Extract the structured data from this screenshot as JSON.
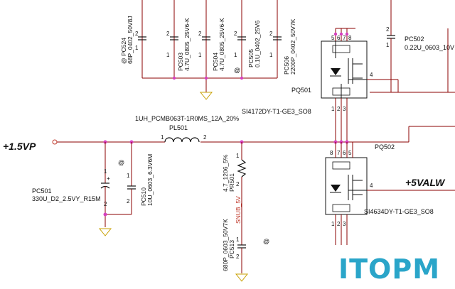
{
  "components": {
    "pc524": {
      "ref": "@ PC524",
      "value": "68P_0402_50V8J",
      "pins": [
        "2",
        "1"
      ]
    },
    "pc503": {
      "ref": "PC503",
      "value": "4.7U_0805_25V6-K",
      "pins": [
        "2",
        "1"
      ]
    },
    "pc504": {
      "ref": "PC504",
      "value": "4.7U_0805_25V6-K",
      "pins": [
        "2",
        "1"
      ]
    },
    "pc505": {
      "ref": "PC505",
      "value": "0.1U_0402_25V6",
      "pins": [
        "2",
        "1"
      ]
    },
    "pc506": {
      "ref": "PC506",
      "value": "2200P_0402_50V7K",
      "pins": [
        "2",
        "1"
      ]
    },
    "pc502": {
      "ref": "PC502",
      "value": "0.22U_0603_10V",
      "pins": [
        "2",
        "1"
      ]
    },
    "pq501": {
      "ref": "PQ501",
      "part": "SI4172DY-T1-GE3_SO8",
      "pins_top": [
        "5",
        "6",
        "7",
        "8"
      ],
      "pins_bottom": [
        "1",
        "2",
        "3"
      ],
      "gate_pin": "4"
    },
    "pq502": {
      "ref": "PQ502",
      "part": "SI4634DY-T1-GE3_SO8",
      "pins_top": [
        "8",
        "7",
        "6",
        "5"
      ],
      "pins_bottom": [
        "1",
        "2",
        "3"
      ],
      "gate_pin": "4"
    },
    "pl501": {
      "ref": "PL501",
      "value": "1UH_PCMB063T-1R0MS_12A_20%",
      "pins": [
        "1",
        "2"
      ]
    },
    "pc501": {
      "ref": "PC501",
      "value": "330U_D2_2.5VY_R15M",
      "pins": [
        "1",
        "2"
      ]
    },
    "pc510": {
      "ref": "PC510",
      "value": "10U_0603_6.3V6M",
      "pins": [
        "1",
        "2"
      ]
    },
    "pr501": {
      "ref": "PR501",
      "value": "4.7_1206_5%",
      "pins": [
        "1",
        "2"
      ]
    },
    "pc513": {
      "ref": "PC513",
      "value": "680P_0603_50V7K",
      "pins": [
        "1",
        "2"
      ]
    }
  },
  "nets": {
    "vout": "+1.5VP",
    "vin": "+5VALW",
    "snub": "SNUB_5V"
  },
  "markers": {
    "at": "@"
  },
  "watermark": "ITOPM"
}
